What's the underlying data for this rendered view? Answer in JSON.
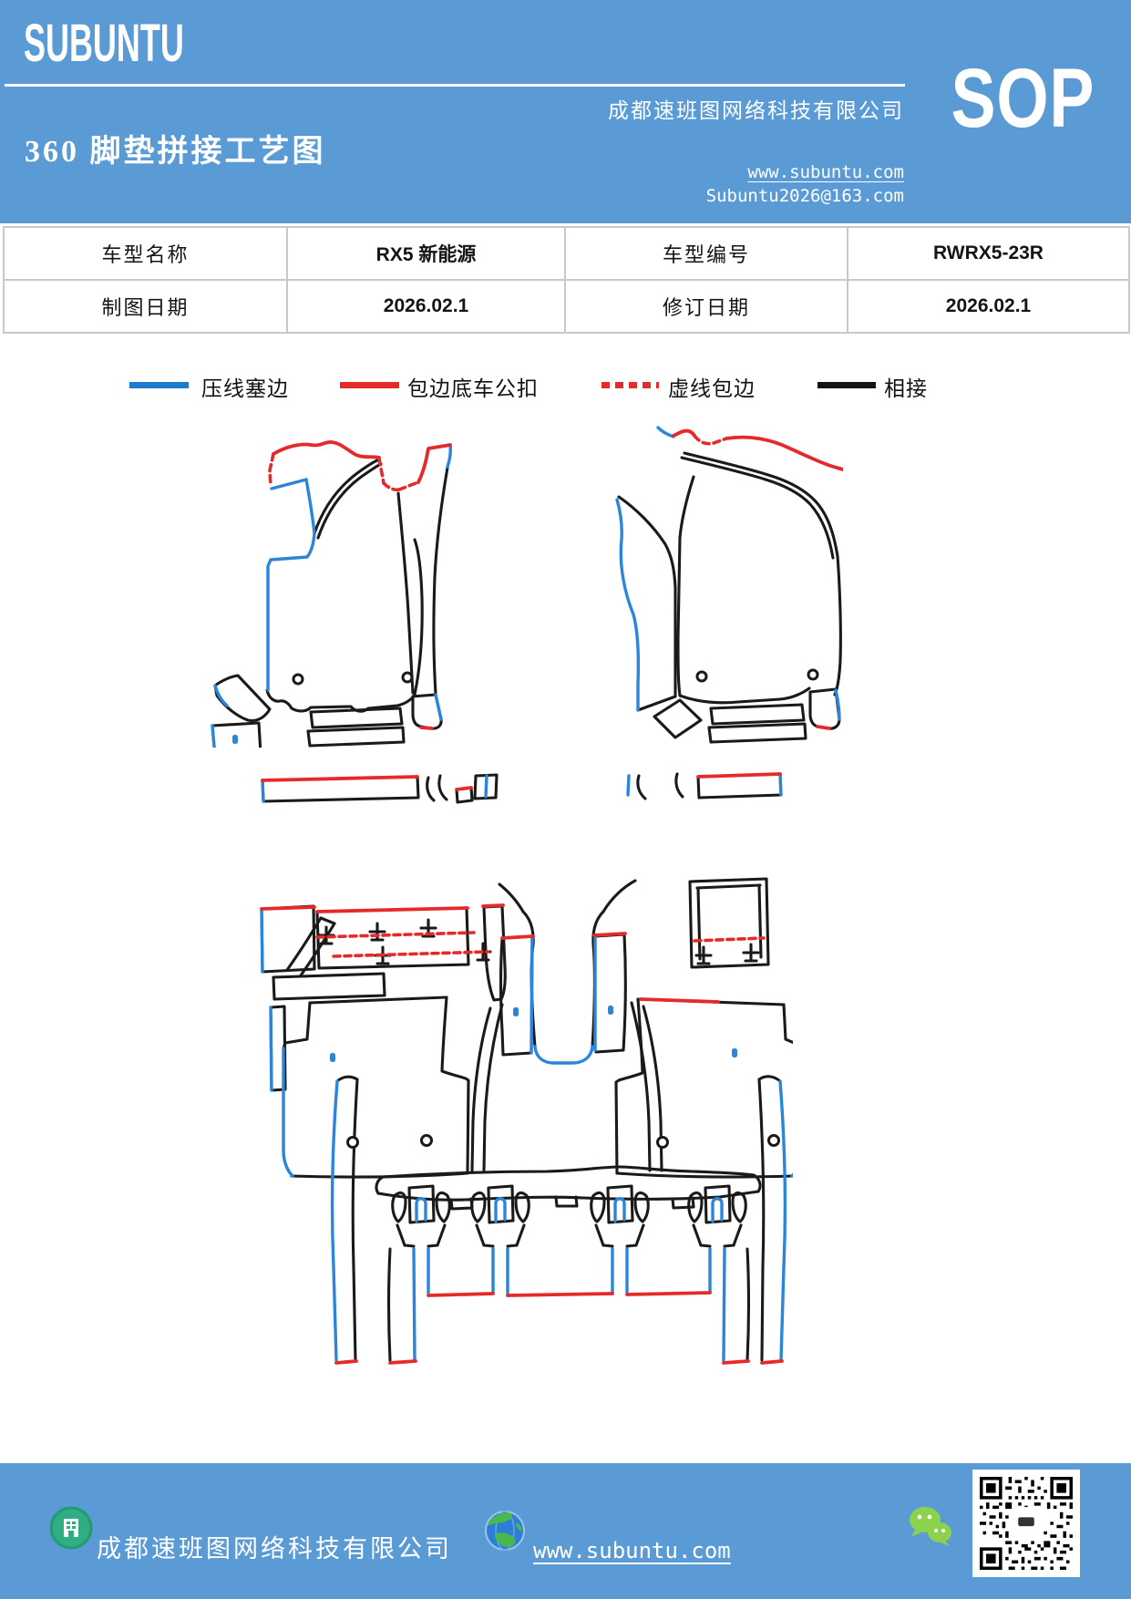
{
  "colors": {
    "header_bg": "#5b9bd5",
    "footer_bg": "#5b9bd5",
    "line_blue": "#2b85d8",
    "line_red": "#e62a2a",
    "line_black": "#1a1a1a",
    "legend_blue": "#1e7ccc",
    "wechat_green": "#8cd24c",
    "building_icon_green": "#2fae84"
  },
  "header": {
    "logo": "SUBUNTU",
    "title": "360 脚垫拼接工艺图",
    "company": "成都速班图网络科技有限公司",
    "website": "www.subuntu.com",
    "email": "Subuntu2026@163.com",
    "badge": "SOP"
  },
  "info_table": {
    "rows": [
      [
        "车型名称",
        "RX5  新能源",
        "车型编号",
        "RWRX5-23R"
      ],
      [
        "制图日期",
        "2026.02.1",
        "修订日期",
        "2026.02.1"
      ]
    ]
  },
  "legend": {
    "items": [
      {
        "label": "压线塞边",
        "color": "#1e7ccc",
        "style": "solid"
      },
      {
        "label": "包边底车公扣",
        "color": "#e62a2a",
        "style": "solid"
      },
      {
        "label": "虚线包边",
        "color": "#e62a2a",
        "style": "dashed"
      },
      {
        "label": "相接",
        "color": "#141414",
        "style": "solid"
      }
    ]
  },
  "footer": {
    "company": "成都速班图网络科技有限公司",
    "website": "www.subuntu.com"
  }
}
